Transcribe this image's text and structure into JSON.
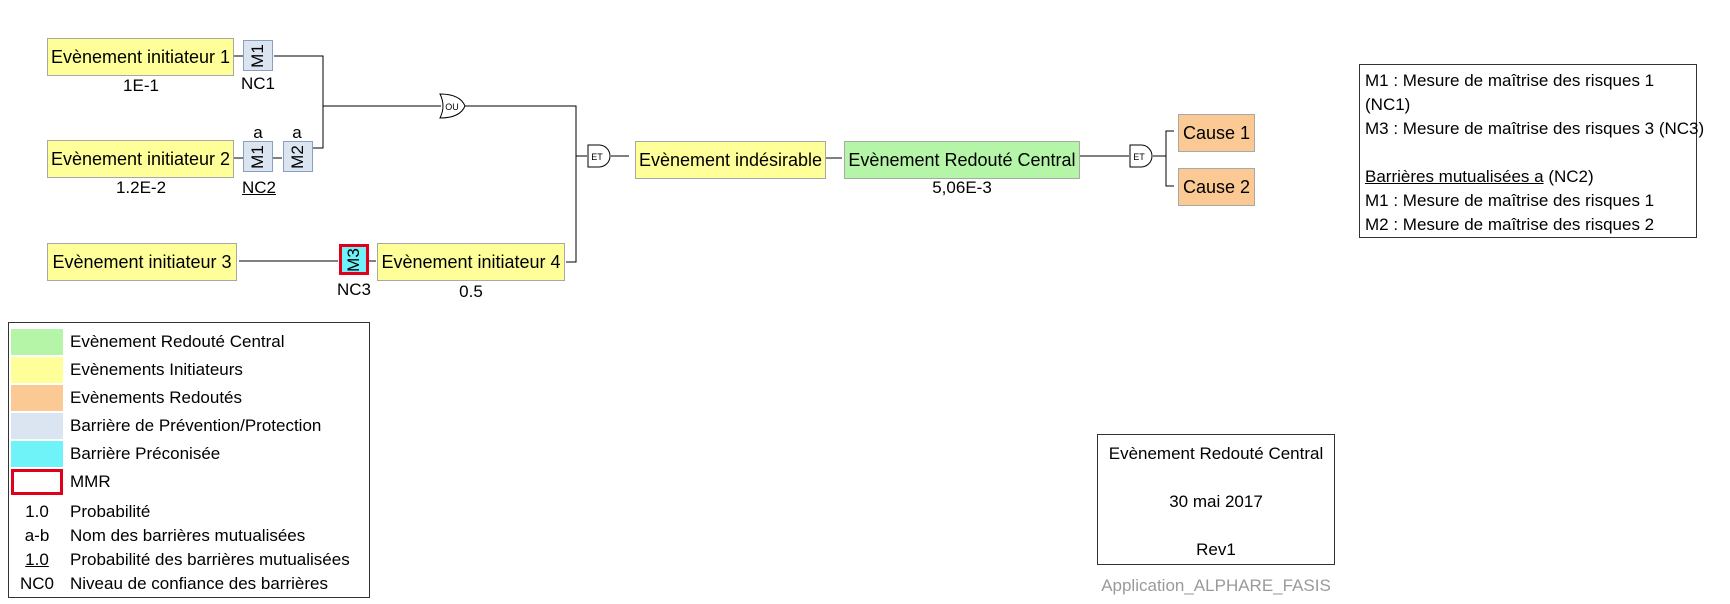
{
  "initiators": [
    {
      "label": "Evènement initiateur 1",
      "prob": "1E-1"
    },
    {
      "label": "Evènement initiateur 2",
      "prob": "1.2E-2"
    },
    {
      "label": "Evènement initiateur 3"
    },
    {
      "label": "Evènement initiateur 4",
      "prob": "0.5"
    }
  ],
  "barriers": {
    "b1": {
      "code": "M1",
      "level": "NC1"
    },
    "b2": {
      "code": "M1",
      "tag": "a",
      "level": "NC2"
    },
    "b3": {
      "code": "M2",
      "tag": "a"
    },
    "b4": {
      "code": "M3",
      "level": "NC3"
    }
  },
  "gates": {
    "or": "OU",
    "and1": "ET",
    "and2": "ET"
  },
  "undesirable_event": "Evènement indésirable",
  "central_event": {
    "label": "Evènement Redouté Central",
    "prob": "5,06E-3"
  },
  "causes": [
    "Cause 1",
    "Cause 2"
  ],
  "legend": {
    "items": [
      {
        "label": "Evènement Redouté Central",
        "color": "#b4f5a8"
      },
      {
        "label": "Evènements Initiateurs",
        "color": "#ffff99"
      },
      {
        "label": "Evènements Redoutés",
        "color": "#fbc994"
      },
      {
        "label": "Barrière de Prévention/Protection",
        "color": "#dbe5f1"
      },
      {
        "label": "Barrière Préconisée",
        "color": "#6ff3f8"
      },
      {
        "label": "MMR",
        "color": "#e0001a"
      }
    ],
    "keys": [
      {
        "key": "1.0",
        "label": "Probabilité"
      },
      {
        "key": "a-b",
        "label": "Nom des barrières mutualisées"
      },
      {
        "key": "1.0",
        "label": "Probabilité des barrières mutualisées"
      },
      {
        "key": "NC0",
        "label": "Niveau de confiance des barrières"
      }
    ]
  },
  "notes": {
    "line1": "M1 : Mesure de maîtrise des risques 1",
    "line2": "(NC1)",
    "line3": "M3 : Mesure de maîtrise des risques 3 (NC3)",
    "shared_title": "Barrières mutualisées a",
    "shared_level": "(NC2)",
    "line5": "M1 : Mesure de maîtrise des risques 1",
    "line6": "M2 : Mesure de maîtrise des risques 2"
  },
  "cartouche": {
    "title": "Evènement Redouté Central",
    "date": "30 mai 2017",
    "revision": "Rev1"
  },
  "footer": "Application_ALPHARE_FASIS"
}
